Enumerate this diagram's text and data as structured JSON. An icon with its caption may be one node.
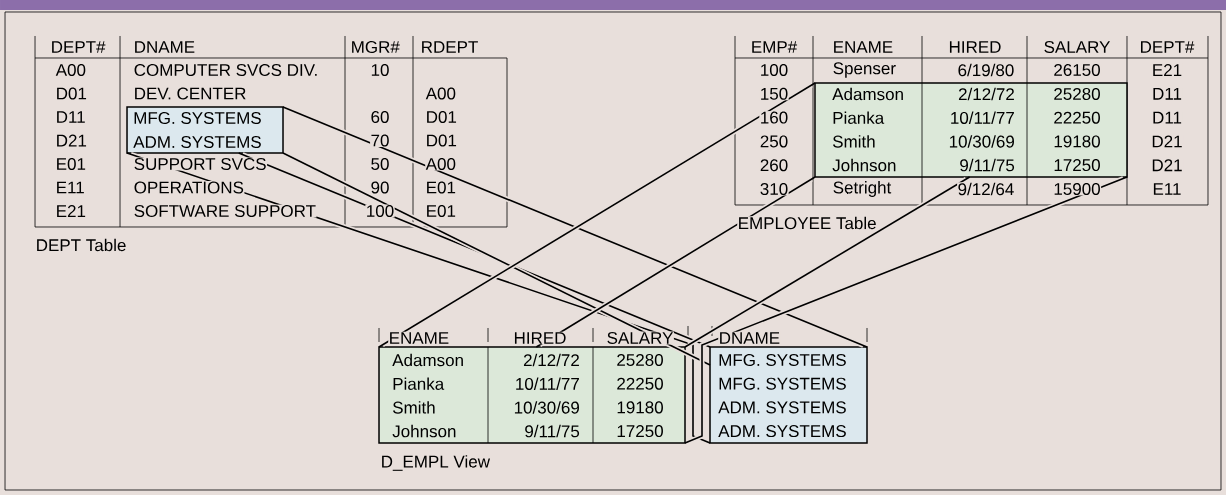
{
  "diagram": {
    "nodes": [
      {
        "text": [
          "MFG. SYSTEMS",
          "ADM. SYSTEMS"
        ]
      },
      {
        "text": [
          "Adamson",
          "2/12/72",
          "25280",
          "Pianka",
          "10/11/77",
          "22250",
          "Smith",
          "10/30/69",
          "19180",
          "Johnson",
          "9/11/75",
          "17250"
        ]
      },
      {
        "text": [
          "Adamson",
          "2/12/72",
          "25280",
          "Pianka",
          "10/11/77",
          "22250",
          "Smith",
          "10/30/69",
          "19180",
          "Johnson",
          "9/11/75",
          "17250"
        ]
      },
      {
        "text": [
          "MFG. SYSTEMS",
          "MFG. SYSTEMS",
          "ADM. SYSTEMS",
          "ADM. SYSTEMS"
        ]
      }
    ],
    "edges": [
      {
        "from": 0,
        "to": 3,
        "arrow": "none"
      },
      {
        "from": 0,
        "to": 3,
        "arrow": "none"
      },
      {
        "from": 0,
        "to": 3,
        "arrow": "none"
      },
      {
        "from": 0,
        "to": 3,
        "arrow": "none"
      },
      {
        "from": 1,
        "to": 2,
        "arrow": "none"
      },
      {
        "from": 1,
        "to": 2,
        "arrow": "none"
      },
      {
        "from": 1,
        "to": 2,
        "arrow": "none"
      },
      {
        "from": 1,
        "to": 2,
        "arrow": "none"
      }
    ],
    "labels": [
      "DEPT#",
      "DNAME",
      "MGR#",
      "RDEPT",
      "A00",
      "COMPUTER SVCS DIV.",
      "10",
      "D01",
      "DEV. CENTER",
      "A00",
      "D11",
      "60",
      "D01",
      "D21",
      "70",
      "D01",
      "E01",
      "SUPPORT SVCS",
      "50",
      "A00",
      "E11",
      "OPERATIONS",
      "90",
      "E01",
      "E21",
      "SOFTWARE SUPPORT",
      "100",
      "E01",
      "DEPT Table",
      "EMP#",
      "ENAME",
      "HIRED",
      "SALARY",
      "DEPT#",
      "100",
      "Spenser",
      "6/19/80",
      "26150",
      "E21",
      "150",
      "D11",
      "160",
      "D11",
      "250",
      "D21",
      "260",
      "D21",
      "310",
      "Setright",
      "9/12/64",
      "15900",
      "E11",
      "EMPLOYEE Table",
      "ENAME",
      "HIRED",
      "SALARY",
      "DNAME",
      "D_EMPL View"
    ]
  }
}
